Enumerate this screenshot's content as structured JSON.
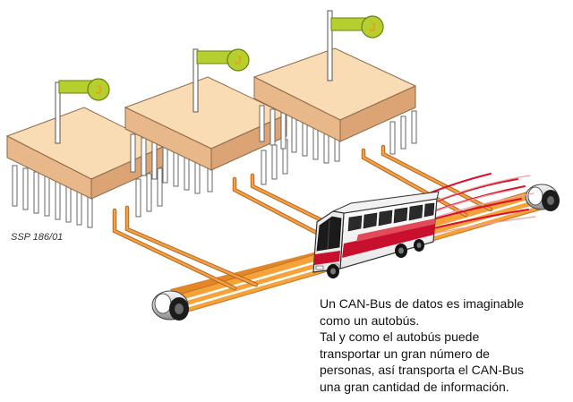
{
  "figure": {
    "ref": "SSP 186/01",
    "flag_letter": "J",
    "caption_lines": [
      "Un CAN-Bus de datos es imaginable",
      "como un autobús.",
      "Tal y como el autobús puede",
      "transportar un gran número de",
      "personas, así transporta el CAN-Bus",
      "una gran cantidad de información."
    ]
  },
  "colors": {
    "unit_top": "#f9dcb4",
    "unit_side": "#e9b88a",
    "flag": "#b5cf2e",
    "belt": "#f39a2c",
    "wire": "#e9882a",
    "bus_red": "#c8102e"
  }
}
